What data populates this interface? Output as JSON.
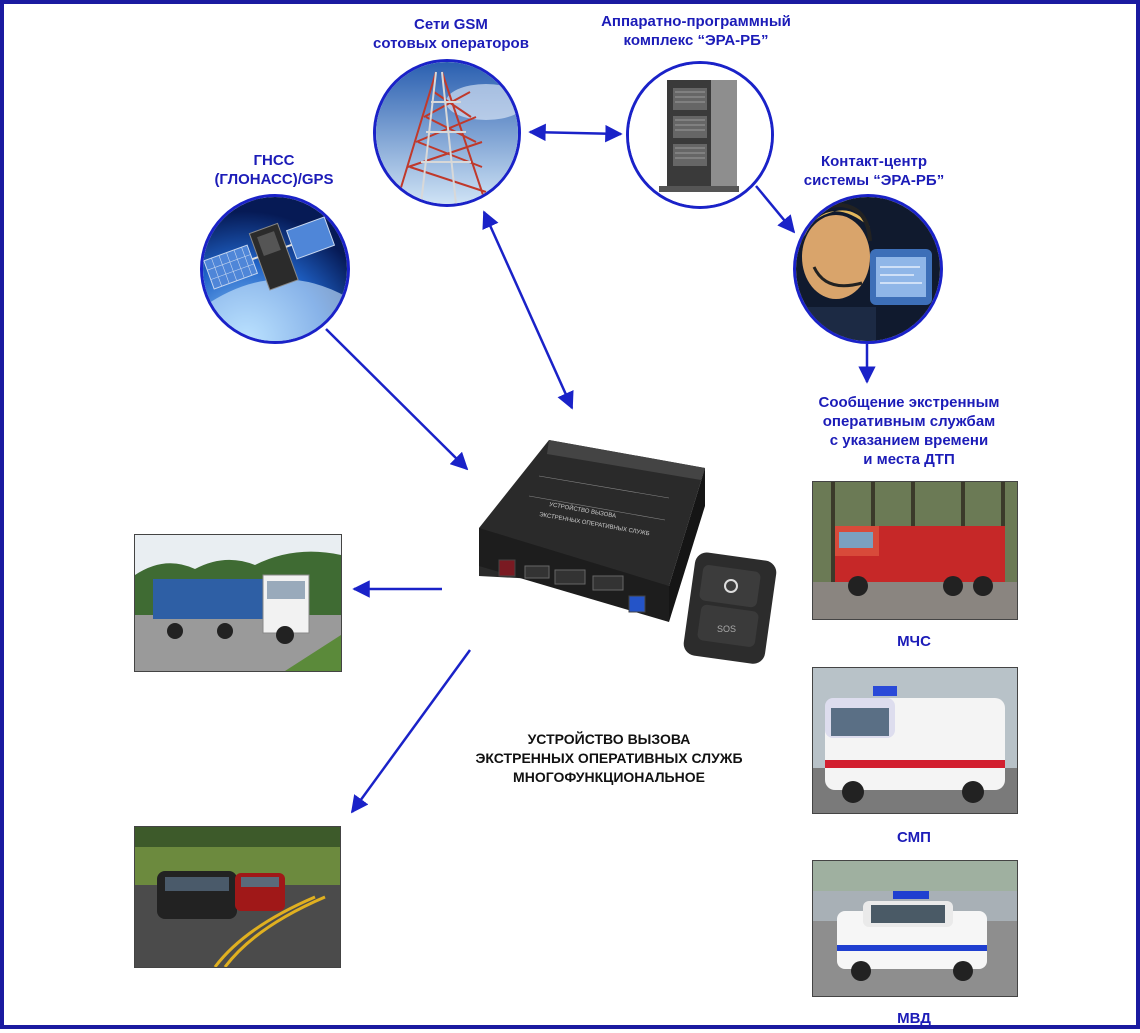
{
  "nodes": {
    "gsm": {
      "line1": "Сети GSM",
      "line2": "сотовых операторов"
    },
    "hpk": {
      "line1": "Аппаратно-программный",
      "line2": "комплекс “ЭРА-РБ”"
    },
    "gnss": {
      "line1": "ГНСС",
      "line2": "(ГЛОНАСС)/GPS"
    },
    "contact": {
      "line1": "Контакт-центр",
      "line2": "системы “ЭРА-РБ”"
    },
    "message": {
      "line1": "Сообщение экстренным",
      "line2": "оперативным службам",
      "line3": "с указанием времени",
      "line4": "и места ДТП"
    },
    "device": {
      "line1": "УСТРОЙСТВО ВЫЗОВА",
      "line2": "ЭКСТРЕННЫХ ОПЕРАТИВНЫХ СЛУЖБ",
      "line3": "МНОГОФУНКЦИОНАЛЬНОЕ"
    }
  },
  "services": {
    "mchs": "МЧС",
    "smp": "СМП",
    "mvd": "МВД"
  },
  "colors": {
    "accent": "#1a22c8",
    "label": "#1c1cb8",
    "frame": "#1a1aa0"
  }
}
